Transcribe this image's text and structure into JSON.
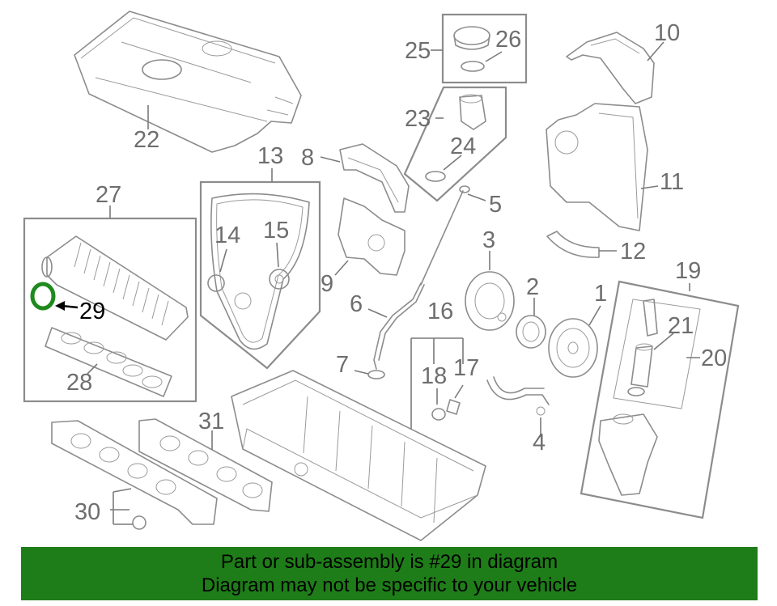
{
  "highlight": {
    "callout": "29",
    "color": "#1e7d18"
  },
  "banner": {
    "line1": "Part or sub-assembly is #29 in diagram",
    "line2": "Diagram may not be specific to your vehicle"
  },
  "callouts": {
    "c1": "1",
    "c2": "2",
    "c3": "3",
    "c4": "4",
    "c5": "5",
    "c6": "6",
    "c7": "7",
    "c8": "8",
    "c9": "9",
    "c10": "10",
    "c11": "11",
    "c12": "12",
    "c13": "13",
    "c14": "14",
    "c15": "15",
    "c16": "16",
    "c17": "17",
    "c18": "18",
    "c19": "19",
    "c20": "20",
    "c21": "21",
    "c22": "22",
    "c23": "23",
    "c24": "24",
    "c25": "25",
    "c26": "26",
    "c27": "27",
    "c28": "28",
    "c29": "29",
    "c30": "30",
    "c31": "31"
  }
}
